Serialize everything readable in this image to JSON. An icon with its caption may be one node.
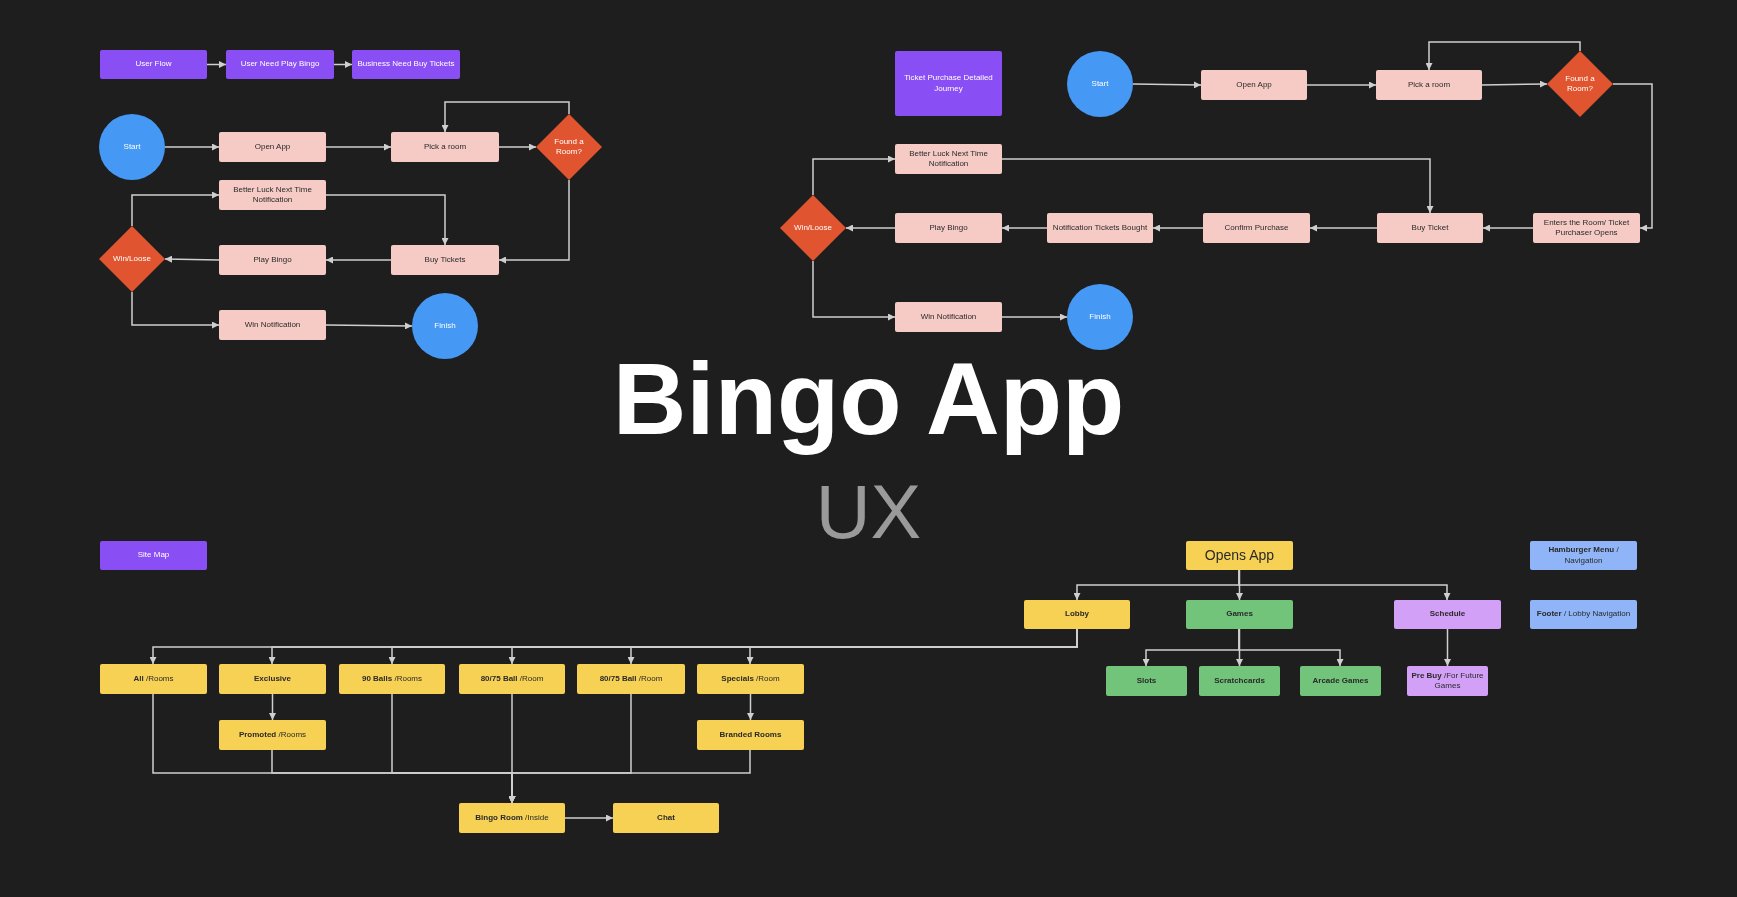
{
  "diagram": {
    "title": "Bingo App",
    "nodes": [
      {
        "text": [
          "User Flow"
        ]
      },
      {
        "text": [
          "User Need Play Bingo"
        ]
      },
      {
        "text": [
          "Business Need Buy Tickets"
        ]
      },
      {
        "text": [
          "Ticket Purchase Detailed Journey"
        ]
      },
      {
        "text": [
          "Start"
        ]
      },
      {
        "text": [
          "Open App"
        ]
      },
      {
        "text": [
          "Pick a room"
        ]
      },
      {
        "text": [
          "Found a Room?"
        ]
      },
      {
        "text": [
          "Better Luck Next Time Notification"
        ]
      },
      {
        "text": [
          "Win/Loose"
        ]
      },
      {
        "text": [
          "Play Bingo"
        ]
      },
      {
        "text": [
          "Buy Tickets"
        ]
      },
      {
        "text": [
          "Win Notification"
        ]
      },
      {
        "text": [
          "Finish"
        ]
      },
      {
        "text": [
          "Start"
        ]
      },
      {
        "text": [
          "Open App"
        ]
      },
      {
        "text": [
          "Pick a room"
        ]
      },
      {
        "text": [
          "Found a Room?"
        ]
      },
      {
        "text": [
          "Better Luck Next Time Notification"
        ]
      },
      {
        "text": [
          "Win/Loose"
        ]
      },
      {
        "text": [
          "Play Bingo"
        ]
      },
      {
        "text": [
          "Notification Tickets Bought"
        ]
      },
      {
        "text": [
          "Confirm Purchase"
        ]
      },
      {
        "text": [
          "Buy Ticket"
        ]
      },
      {
        "text": [
          "Enters the Room/ Ticket Purchaser Opens"
        ]
      },
      {
        "text": [
          "Win Notification"
        ]
      },
      {
        "text": [
          "Finish"
        ]
      },
      {
        "text": [
          "Site Map"
        ]
      },
      {
        "text": [
          "Opens App"
        ]
      },
      {
        "text": [
          "**Hamburger Menu** / Navigation"
        ]
      },
      {
        "text": [
          "Lobby"
        ]
      },
      {
        "text": [
          "Games"
        ]
      },
      {
        "text": [
          "Schedule"
        ]
      },
      {
        "text": [
          "**Footer** / Lobby Navigation"
        ]
      },
      {
        "text": [
          "Slots"
        ]
      },
      {
        "text": [
          "Scratchcards"
        ]
      },
      {
        "text": [
          "Arcade Games"
        ]
      },
      {
        "text": [
          "**Pre Buy** /For Future Games"
        ]
      },
      {
        "text": [
          "**All** /Rooms"
        ]
      },
      {
        "text": [
          "Exclusive"
        ]
      },
      {
        "text": [
          "**90 Balls** /Rooms"
        ]
      },
      {
        "text": [
          "**80/75 Ball** /Room"
        ]
      },
      {
        "text": [
          "**80/75 Ball** /Room"
        ]
      },
      {
        "text": [
          "**Specials** /Room"
        ]
      },
      {
        "text": [
          "**Promoted** /Rooms"
        ]
      },
      {
        "text": [
          "Branded Rooms"
        ]
      },
      {
        "text": [
          "**Bingo Room** /Inside"
        ]
      },
      {
        "text": [
          "Chat"
        ]
      }
    ],
    "edges": [
      {
        "from": 0,
        "to": 1,
        "arrow": "to"
      },
      {
        "from": 1,
        "to": 2,
        "arrow": "to"
      },
      {
        "from": 4,
        "to": 5,
        "arrow": "to"
      },
      {
        "from": 5,
        "to": 6,
        "arrow": "to"
      },
      {
        "from": 6,
        "to": 7,
        "arrow": "to"
      },
      {
        "from": 7,
        "to": 6,
        "arrow": "to"
      },
      {
        "from": 7,
        "to": 11,
        "arrow": "to"
      },
      {
        "from": 11,
        "to": 10,
        "arrow": "to"
      },
      {
        "from": 10,
        "to": 9,
        "arrow": "to"
      },
      {
        "from": 9,
        "to": 8,
        "arrow": "to"
      },
      {
        "from": 8,
        "to": 11,
        "arrow": "to"
      },
      {
        "from": 9,
        "to": 12,
        "arrow": "to"
      },
      {
        "from": 12,
        "to": 13,
        "arrow": "to"
      },
      {
        "from": 14,
        "to": 15,
        "arrow": "to"
      },
      {
        "from": 15,
        "to": 16,
        "arrow": "to"
      },
      {
        "from": 16,
        "to": 17,
        "arrow": "to"
      },
      {
        "from": 17,
        "to": 16,
        "arrow": "to"
      },
      {
        "from": 17,
        "to": 24,
        "arrow": "to"
      },
      {
        "from": 24,
        "to": 23,
        "arrow": "to"
      },
      {
        "from": 23,
        "to": 22,
        "arrow": "to"
      },
      {
        "from": 22,
        "to": 21,
        "arrow": "to"
      },
      {
        "from": 21,
        "to": 20,
        "arrow": "to"
      },
      {
        "from": 20,
        "to": 19,
        "arrow": "to"
      },
      {
        "from": 19,
        "to": 18,
        "arrow": "to"
      },
      {
        "from": 18,
        "to": 23,
        "arrow": "to"
      },
      {
        "from": 19,
        "to": 25,
        "arrow": "to"
      },
      {
        "from": 25,
        "to": 26,
        "arrow": "to"
      },
      {
        "from": 28,
        "to": 30,
        "arrow": "to"
      },
      {
        "from": 28,
        "to": 31,
        "arrow": "to"
      },
      {
        "from": 28,
        "to": 32,
        "arrow": "to"
      },
      {
        "from": 31,
        "to": 34,
        "arrow": "to"
      },
      {
        "from": 31,
        "to": 35,
        "arrow": "to"
      },
      {
        "from": 31,
        "to": 36,
        "arrow": "to"
      },
      {
        "from": 32,
        "to": 37,
        "arrow": "to"
      },
      {
        "from": 30,
        "to": 38,
        "arrow": "to"
      },
      {
        "from": 30,
        "to": 39,
        "arrow": "to"
      },
      {
        "from": 30,
        "to": 40,
        "arrow": "to"
      },
      {
        "from": 30,
        "to": 41,
        "arrow": "to"
      },
      {
        "from": 30,
        "to": 42,
        "arrow": "to"
      },
      {
        "from": 30,
        "to": 43,
        "arrow": "to"
      },
      {
        "from": 39,
        "to": 44,
        "arrow": "to"
      },
      {
        "from": 43,
        "to": 45,
        "arrow": "to"
      },
      {
        "from": 38,
        "to": 46,
        "arrow": "to"
      },
      {
        "from": 44,
        "to": 46,
        "arrow": "to"
      },
      {
        "from": 40,
        "to": 46,
        "arrow": "to"
      },
      {
        "from": 41,
        "to": 46,
        "arrow": "to"
      },
      {
        "from": 42,
        "to": 46,
        "arrow": "to"
      },
      {
        "from": 45,
        "to": 46,
        "arrow": "to"
      },
      {
        "from": 46,
        "to": 47,
        "arrow": "to"
      }
    ],
    "labels": [
      "UX"
    ]
  }
}
